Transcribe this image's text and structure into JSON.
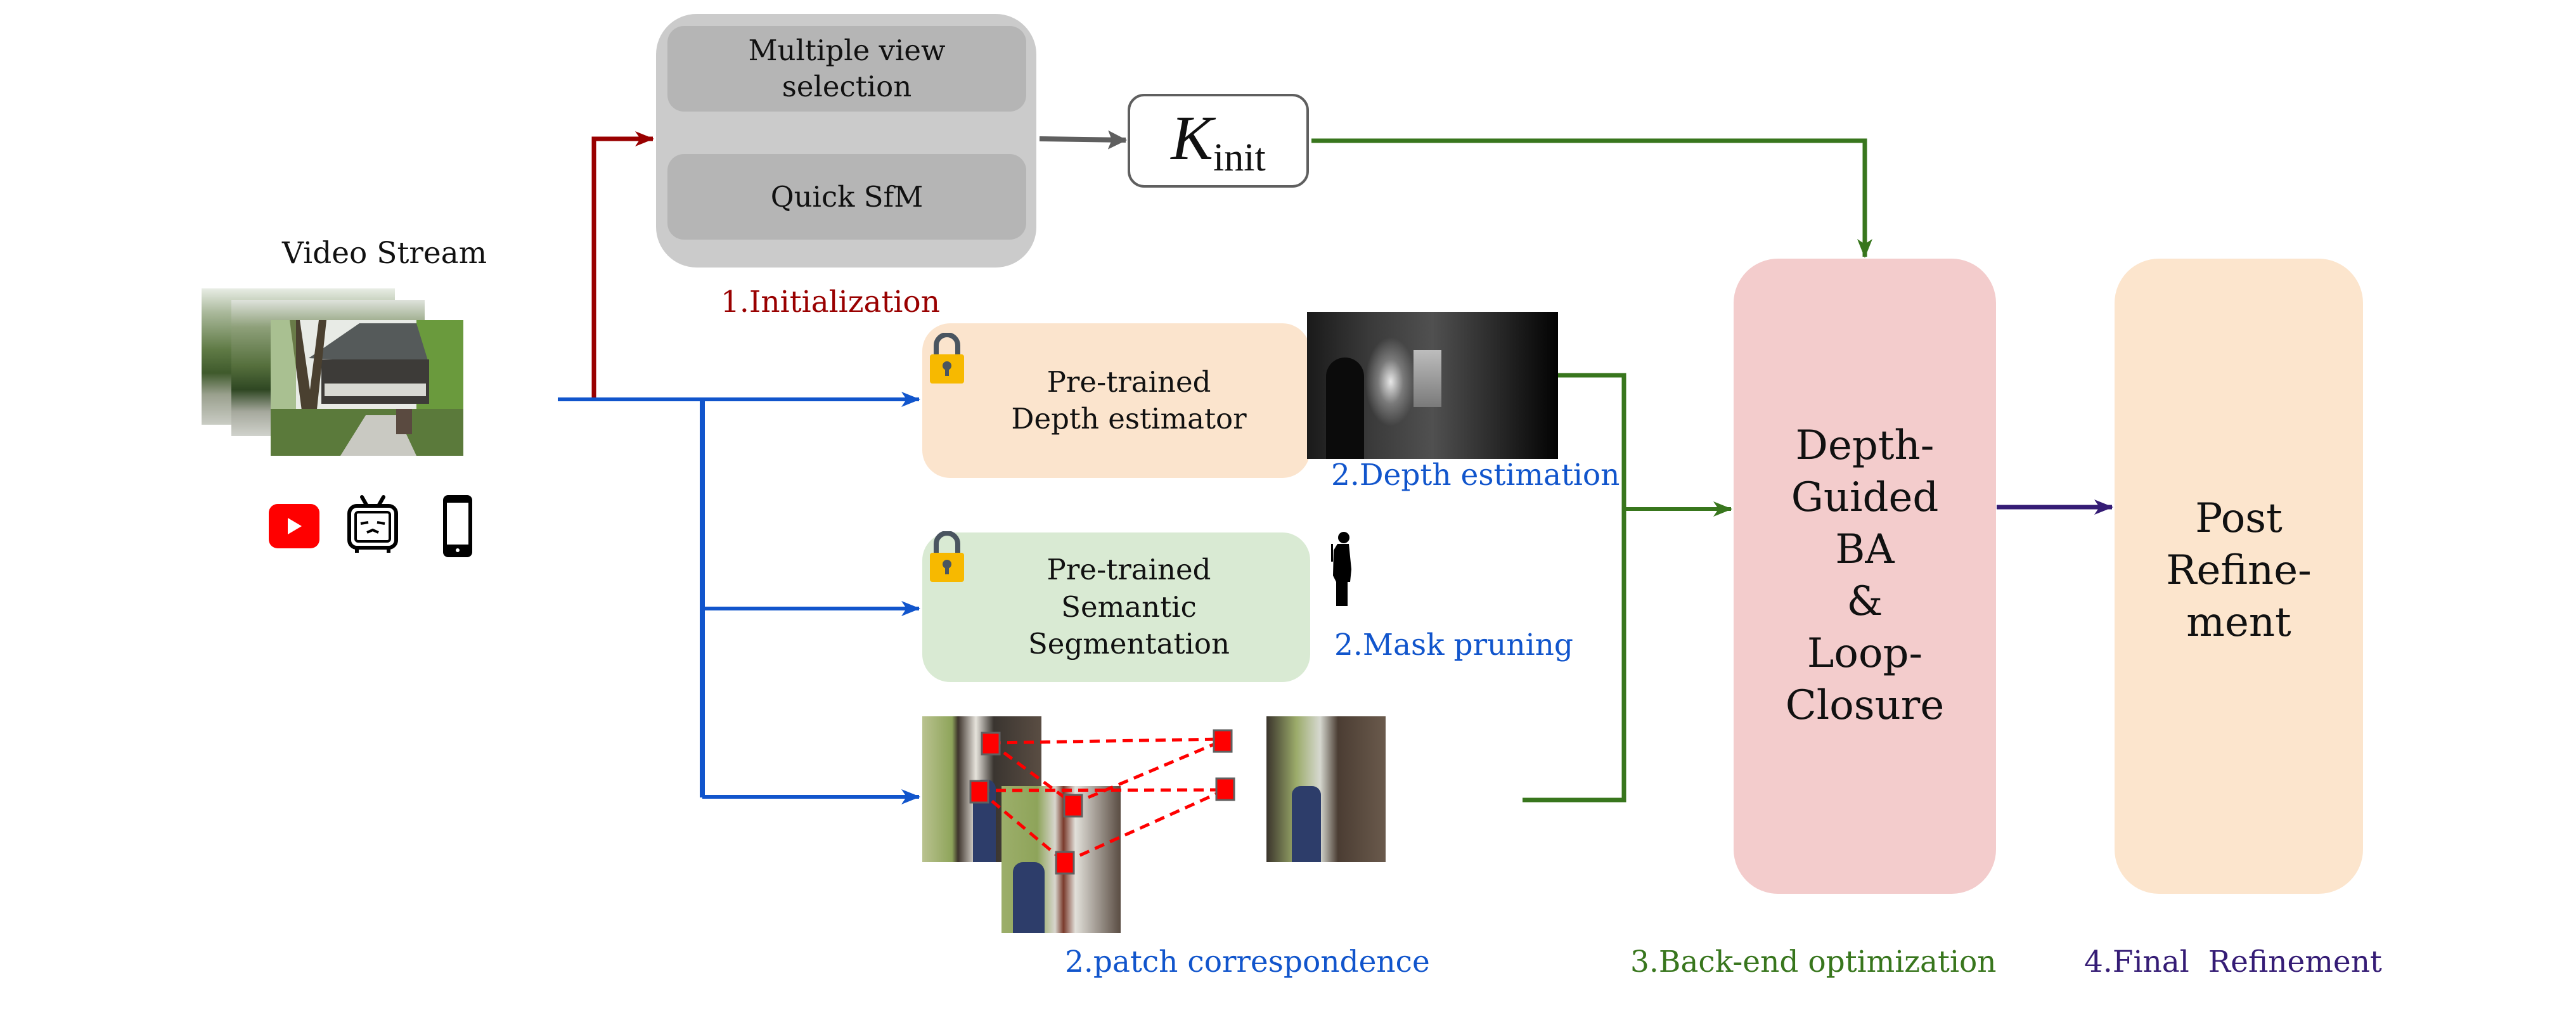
{
  "colors": {
    "initialization": "#990000",
    "frontend": "#1155cc",
    "backend": "#38761d",
    "refinement": "#351c75",
    "init_group_bg": "#cbcbcb",
    "init_step_bg": "#b5b5b5",
    "depth_box_bg": "#fbe4cd",
    "seg_box_bg": "#d9ead3",
    "ba_box_bg": "#f3cccc",
    "post_box_bg": "#fce5cd",
    "lock": "#f7b900",
    "patch_marker": "#ff0000"
  },
  "input": {
    "title": "Video Stream",
    "source_icons": [
      "youtube-icon",
      "bilibili-tv-icon",
      "smartphone-icon"
    ]
  },
  "initialization": {
    "step1": "Multiple view selection",
    "step1_line1": "Multiple view",
    "step1_line2": "selection",
    "step2": "Quick SfM",
    "output_symbol": "K",
    "output_subscript": "init",
    "caption": "1.Initialization"
  },
  "frontend": {
    "depth_model": {
      "line1": "Pre-trained",
      "line2": "Depth estimator",
      "frozen": true
    },
    "depth_caption": "2.Depth estimation",
    "seg_model": {
      "line1": "Pre-trained",
      "line2": "Semantic",
      "line3": "Segmentation",
      "frozen": true
    },
    "mask_caption": "2.Mask pruning",
    "patch_caption": "2.patch correspondence"
  },
  "backend": {
    "lines": [
      "Depth-",
      "Guided",
      "BA",
      "&",
      "Loop-",
      "Closure"
    ],
    "caption": "3.Back-end optimization"
  },
  "refinement": {
    "lines": [
      "Post",
      "Refine-",
      "ment"
    ],
    "caption": "4.Final  Refinement"
  }
}
